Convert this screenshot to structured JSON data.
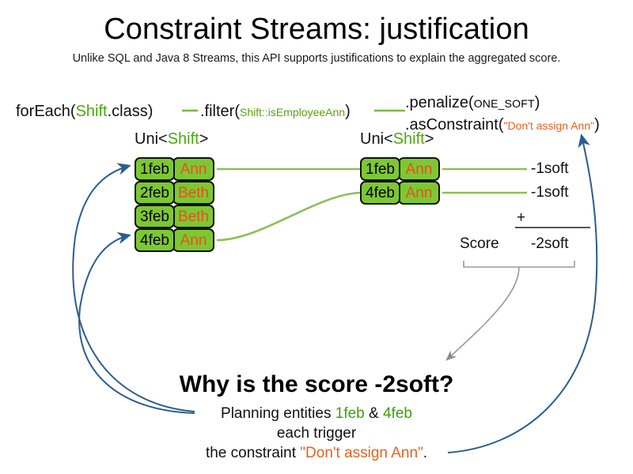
{
  "header": {
    "title": "Constraint Streams: justification",
    "subtitle": "Unlike SQL and Java 8 Streams, this API supports justifications to explain the aggregated score."
  },
  "pipeline": {
    "foreach": {
      "prefix": "forEach(",
      "type": "Shift",
      "suffix": ".class)"
    },
    "filter": {
      "prefix": ".filter(",
      "method": "Shift::isEmployeeAnn",
      "suffix": ")"
    },
    "penalize": {
      "prefix": ".penalize(",
      "constant": "ONE_SOFT",
      "suffix": ")"
    },
    "as_constraint": {
      "prefix": ".asConstraint(",
      "constraint_name": "\"Don't assign Ann\"",
      "suffix": ")"
    }
  },
  "streams": {
    "left": {
      "label_prefix": "Uni<",
      "label_type": "Shift",
      "label_suffix": ">",
      "rows": [
        {
          "date": "1feb",
          "employee": "Ann"
        },
        {
          "date": "2feb",
          "employee": "Beth"
        },
        {
          "date": "3feb",
          "employee": "Beth"
        },
        {
          "date": "4feb",
          "employee": "Ann"
        }
      ]
    },
    "right": {
      "label_prefix": "Uni<",
      "label_type": "Shift",
      "label_suffix": ">",
      "rows": [
        {
          "date": "1feb",
          "employee": "Ann",
          "penalty": "-1soft"
        },
        {
          "date": "4feb",
          "employee": "Ann",
          "penalty": "-1soft"
        }
      ]
    }
  },
  "score": {
    "operator": "+",
    "label": "Score",
    "total": "-2soft"
  },
  "justification": {
    "question": "Why is the score -2soft?",
    "line1_prefix": "Planning entities ",
    "entity_a": "1feb",
    "line1_join": " & ",
    "entity_b": "4feb",
    "line2": "each trigger",
    "line3_prefix": "the constraint ",
    "constraint_name": "\"Don't assign Ann\"",
    "line3_suffix": "."
  },
  "colors": {
    "card_green": "#7DC832",
    "keyword_green": "#4CA80C",
    "string_orange": "#E8601C",
    "name_orange": "#E8501E",
    "arrow_blue": "#2C5C92",
    "brace_gray": "#9a9a9a",
    "connector_green": "#8CBF56"
  }
}
